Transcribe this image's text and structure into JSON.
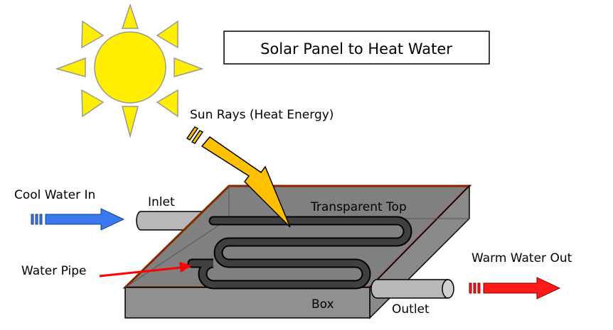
{
  "title": "Solar Panel to Heat Water",
  "labels": {
    "sun_rays": "Sun Rays (Heat Energy)",
    "cool_water_in": "Cool Water In",
    "inlet": "Inlet",
    "transparent_top": "Transparent Top",
    "water_pipe": "Water Pipe",
    "warm_water_out": "Warm Water Out",
    "box": "Box",
    "outlet": "Outlet"
  },
  "colors": {
    "sun": "#ffee00",
    "sun_stroke": "#999999",
    "sun_ray_arrow": "#ffc000",
    "cool_arrow": "#3a78f0",
    "warm_arrow": "#ff1a1a",
    "pointer": "#ff0000",
    "box_top": "#808080",
    "box_front": "#909090",
    "box_side": "#8a8a8a",
    "box_edge": "#8b2500",
    "pipe": "#404040",
    "tube": "#b8b8b8"
  }
}
